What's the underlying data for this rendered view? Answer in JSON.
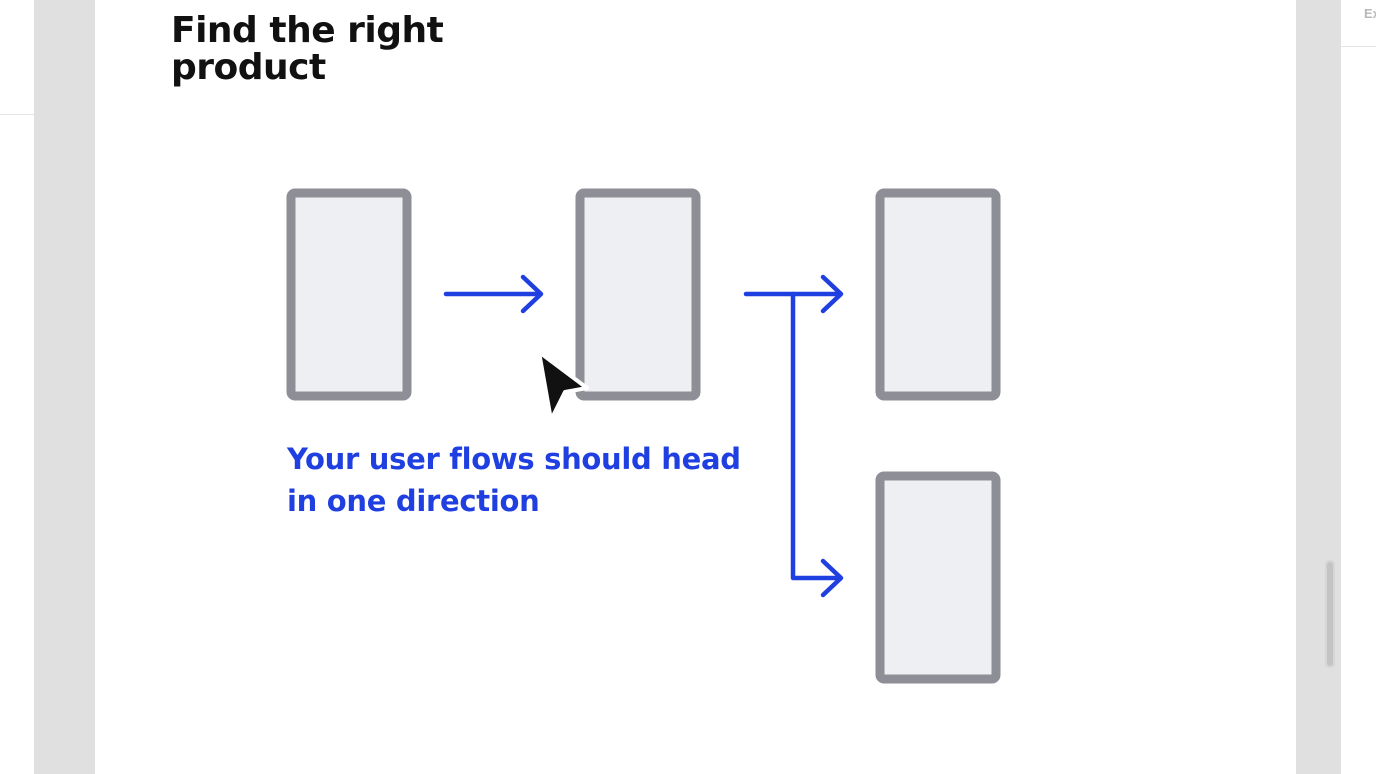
{
  "slide": {
    "title": "Find the right product",
    "caption": "Your user flows should head in one direction"
  },
  "diagram": {
    "screens": [
      "screen-1",
      "screen-2",
      "screen-3",
      "screen-4"
    ],
    "colors": {
      "arrow": "#1f3fe0",
      "screen_border": "#8e8e96",
      "screen_fill": "#eeeff3"
    }
  },
  "right_panel": {
    "label": "Ex"
  },
  "colors": {
    "title": "#111111",
    "caption": "#1f3fe0",
    "gutter": "#e0e0e0"
  }
}
